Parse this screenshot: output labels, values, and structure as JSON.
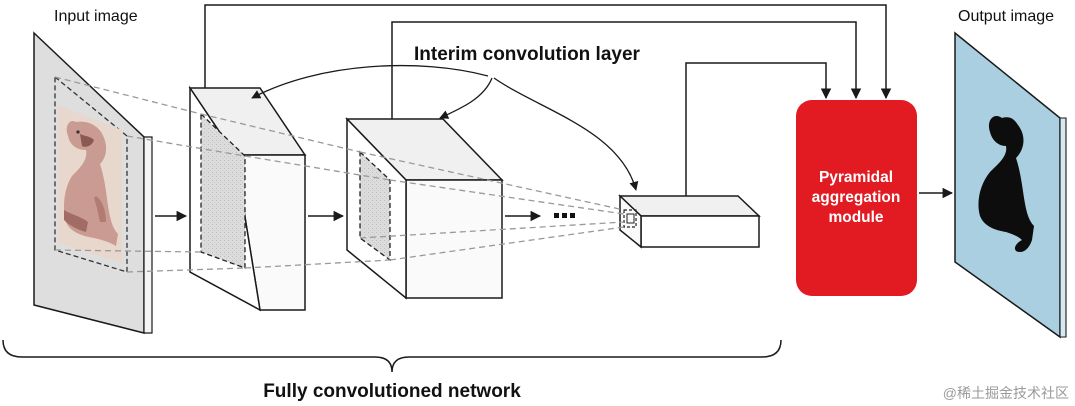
{
  "labels": {
    "input_image": "Input image",
    "output_image": "Output image",
    "interim_layer": "Interim convolution layer",
    "module_line1": "Pyramidal",
    "module_line2": "aggregation",
    "module_line3": "module",
    "network": "Fully convolutioned network",
    "watermark": "@稀土掘金技术社区"
  },
  "colors": {
    "module_fill": "#e21b23",
    "output_panel": "#a9cfe0",
    "block_face": "#ffffff",
    "block_side": "#f2f2f2",
    "stroke": "#1a1a1a",
    "dashed": "#9a9a9a",
    "silhouette": "#0d0d0d"
  }
}
